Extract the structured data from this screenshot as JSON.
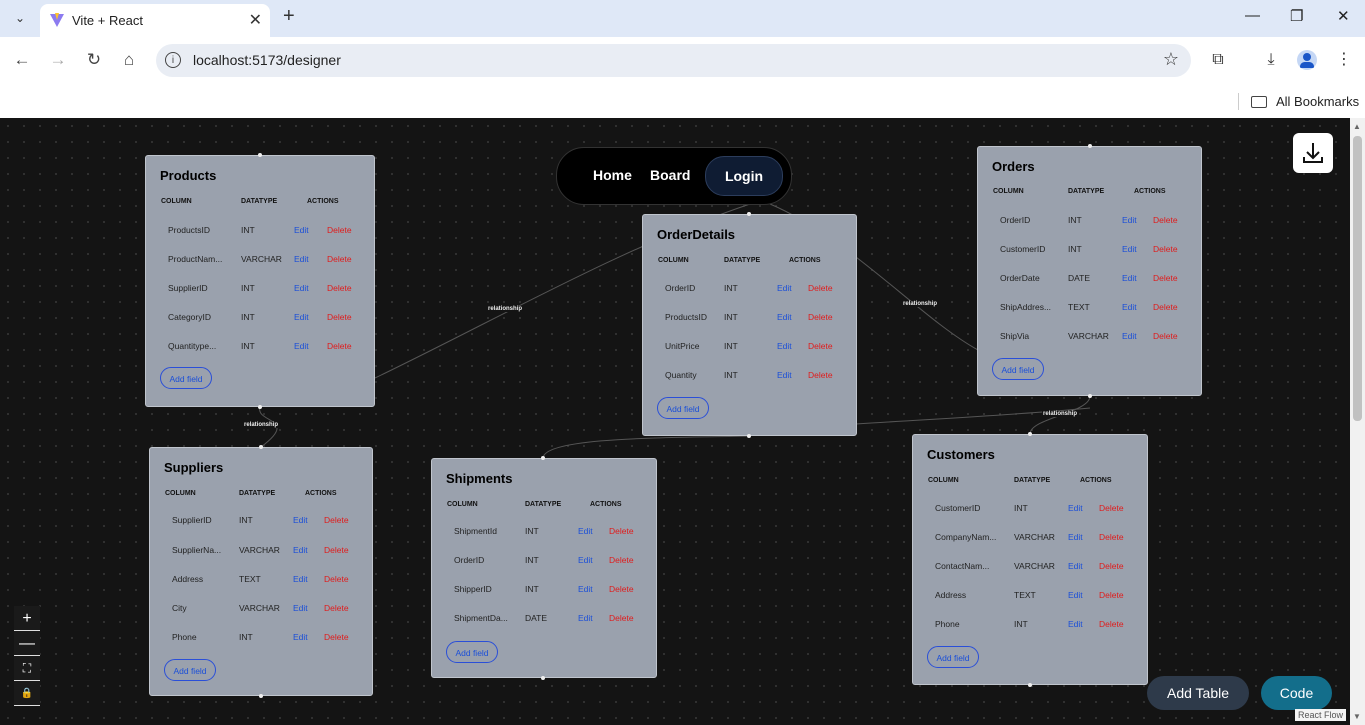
{
  "browser": {
    "tab_title": "Vite + React",
    "url": "localhost:5173/designer",
    "bookmarks_label": "All Bookmarks"
  },
  "nav": {
    "home": "Home",
    "board": "Board",
    "login": "Login"
  },
  "edge_labels": {
    "products_orderdetails": "relationship",
    "orderdetails_orders": "relationship",
    "products_suppliers": "relationship",
    "orders_customers": "relationship"
  },
  "columns_header": {
    "column": "COLUMN",
    "datatype": "DATATYPE",
    "actions": "ACTIONS"
  },
  "actions": {
    "edit": "Edit",
    "delete": "Delete",
    "add_field": "Add field"
  },
  "tables": {
    "products": {
      "name": "Products",
      "rows": [
        {
          "col": "ProductsID",
          "type": "INT"
        },
        {
          "col": "ProductNam...",
          "type": "VARCHAR"
        },
        {
          "col": "SupplierID",
          "type": "INT"
        },
        {
          "col": "CategoryID",
          "type": "INT"
        },
        {
          "col": "Quantitype...",
          "type": "INT"
        }
      ]
    },
    "suppliers": {
      "name": "Suppliers",
      "rows": [
        {
          "col": "SupplierID",
          "type": "INT"
        },
        {
          "col": "SupplierNa...",
          "type": "VARCHAR"
        },
        {
          "col": "Address",
          "type": "TEXT"
        },
        {
          "col": "City",
          "type": "VARCHAR"
        },
        {
          "col": "Phone",
          "type": "INT"
        }
      ]
    },
    "orderdetails": {
      "name": "OrderDetails",
      "rows": [
        {
          "col": "OrderID",
          "type": "INT"
        },
        {
          "col": "ProductsID",
          "type": "INT"
        },
        {
          "col": "UnitPrice",
          "type": "INT"
        },
        {
          "col": "Quantity",
          "type": "INT"
        }
      ]
    },
    "shipments": {
      "name": "Shipments",
      "rows": [
        {
          "col": "ShipmentId",
          "type": "INT"
        },
        {
          "col": "OrderID",
          "type": "INT"
        },
        {
          "col": "ShipperID",
          "type": "INT"
        },
        {
          "col": "ShipmentDa...",
          "type": "DATE"
        }
      ]
    },
    "orders": {
      "name": "Orders",
      "rows": [
        {
          "col": "OrderID",
          "type": "INT"
        },
        {
          "col": "CustomerID",
          "type": "INT"
        },
        {
          "col": "OrderDate",
          "type": "DATE"
        },
        {
          "col": "ShipAddres...",
          "type": "TEXT"
        },
        {
          "col": "ShipVia",
          "type": "VARCHAR"
        }
      ]
    },
    "customers": {
      "name": "Customers",
      "rows": [
        {
          "col": "CustomerID",
          "type": "INT"
        },
        {
          "col": "CompanyNam...",
          "type": "VARCHAR"
        },
        {
          "col": "ContactNam...",
          "type": "VARCHAR"
        },
        {
          "col": "Address",
          "type": "TEXT"
        },
        {
          "col": "Phone",
          "type": "INT"
        }
      ]
    }
  },
  "buttons": {
    "add_table": "Add Table",
    "code": "Code"
  },
  "zoom": {
    "plus": "+",
    "minus": "—",
    "fit": "⛶",
    "lock": "🔒"
  },
  "attribution": "React Flow",
  "colors": {
    "canvas": "#141414",
    "node": "#9aa1ad",
    "edit": "#1b4fd8",
    "delete": "#e01b1b",
    "code_btn": "#136e8b",
    "add_table_btn": "#2e3a4a"
  }
}
